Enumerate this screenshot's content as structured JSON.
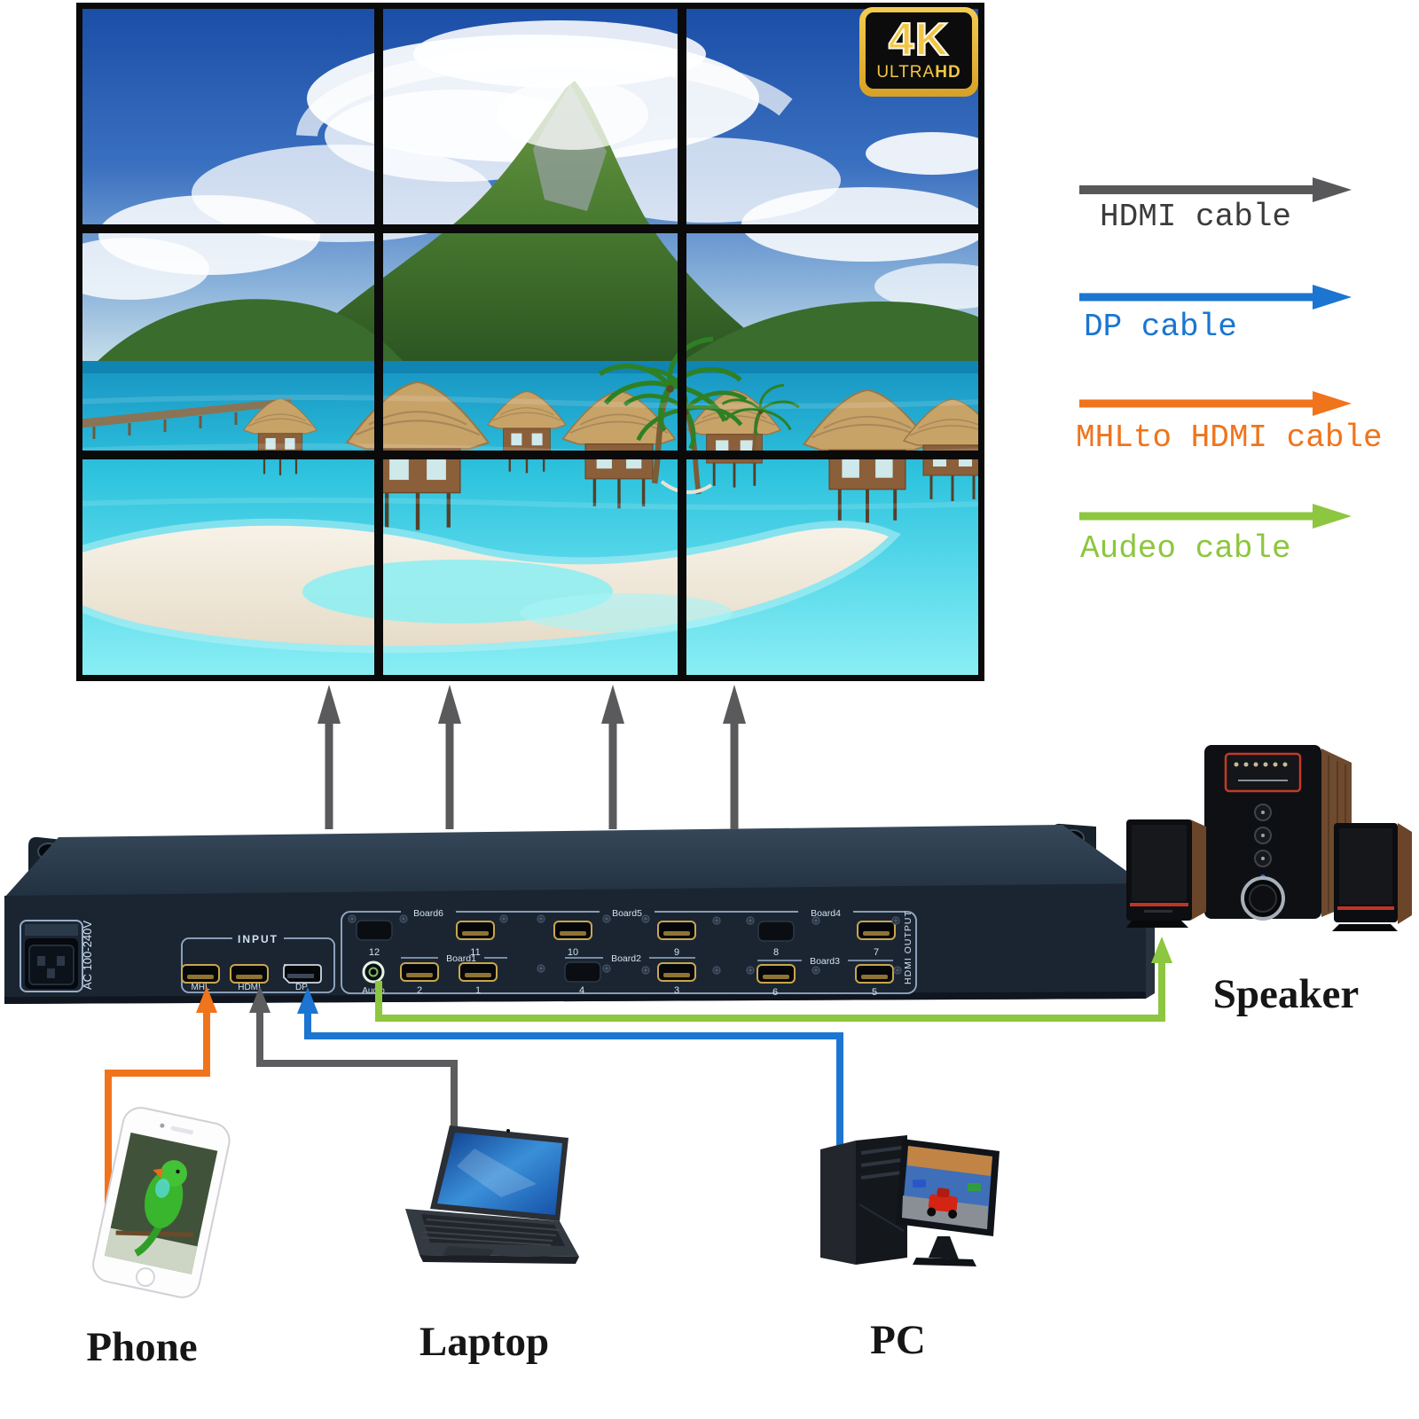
{
  "legend": {
    "items": [
      {
        "label": "HDMI cable",
        "color": "#58585a",
        "text_color": "#3b3b3d"
      },
      {
        "label": "DP cable",
        "color": "#1b75d1",
        "text_color": "#1b75d1"
      },
      {
        "label": "MHLto HDMI cable",
        "color": "#f0741c",
        "text_color": "#f0741c"
      },
      {
        "label": "Audeo cable",
        "color": "#8dc63f",
        "text_color": "#8dc63f"
      }
    ]
  },
  "wall": {
    "badge": {
      "resolution": "4K",
      "ultra": "ULTRA",
      "hd": "HD"
    }
  },
  "device": {
    "power_label": "AC 100-240V",
    "input": {
      "title": "INPUT",
      "ports": [
        {
          "label": "MHL"
        },
        {
          "label": "HDMI"
        },
        {
          "label": "DP"
        }
      ]
    },
    "output": {
      "title": "HDMI OUTPUT",
      "audio_label": "Audio",
      "boards_top": [
        {
          "name": "Board6",
          "ports": [
            {
              "num": "12",
              "type": "blank"
            },
            {
              "num": "11",
              "type": "hdmi"
            }
          ]
        },
        {
          "name": "Board5",
          "ports": [
            {
              "num": "10",
              "type": "hdmi"
            },
            {
              "num": "9",
              "type": "hdmi"
            }
          ]
        },
        {
          "name": "Board4",
          "ports": [
            {
              "num": "8",
              "type": "blank"
            },
            {
              "num": "7",
              "type": "hdmi"
            }
          ]
        }
      ],
      "boards_bottom": [
        {
          "name": "Board1",
          "ports": [
            {
              "num": "2",
              "type": "hdmi"
            },
            {
              "num": "1",
              "type": "hdmi"
            }
          ]
        },
        {
          "name": "Board2",
          "ports": [
            {
              "num": "4",
              "type": "blank"
            },
            {
              "num": "3",
              "type": "hdmi"
            }
          ]
        },
        {
          "name": "Board3",
          "ports": [
            {
              "num": "6",
              "type": "hdmi"
            },
            {
              "num": "5",
              "type": "hdmi"
            }
          ]
        }
      ]
    }
  },
  "sources": {
    "phone_label": "Phone",
    "laptop_label": "Laptop",
    "pc_label": "PC"
  },
  "speaker_label": "Speaker"
}
